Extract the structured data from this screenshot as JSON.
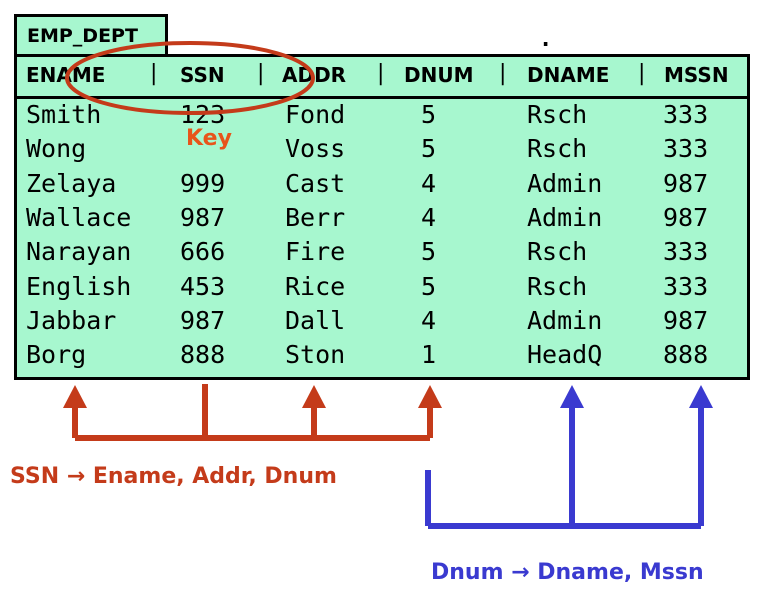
{
  "table_name": "EMP_DEPT",
  "headers": [
    "ENAME",
    "SSN",
    "ADDR",
    "DNUM",
    "DNAME",
    "MSSN"
  ],
  "rows": [
    [
      "Smith",
      "123",
      "Fond",
      "5",
      "Rsch",
      "333"
    ],
    [
      "Wong",
      "",
      "Voss",
      "5",
      "Rsch",
      "333"
    ],
    [
      "Zelaya",
      "999",
      "Cast",
      "4",
      "Admin",
      "987"
    ],
    [
      "Wallace",
      "987",
      "Berr",
      "4",
      "Admin",
      "987"
    ],
    [
      "Narayan",
      "666",
      "Fire",
      "5",
      "Rsch",
      "333"
    ],
    [
      "English",
      "453",
      "Rice",
      "5",
      "Rsch",
      "333"
    ],
    [
      "Jabbar",
      "987",
      "Dall",
      "4",
      "Admin",
      "987"
    ],
    [
      "Borg",
      "888",
      "Ston",
      "1",
      "HeadQ",
      "888"
    ]
  ],
  "key_label": "Key",
  "dot": ".",
  "fd1": "SSN → Ename, Addr, Dnum",
  "fd2": "Dnum → Dname, Mssn",
  "colors": {
    "table_bg": "#a7f7cf",
    "fd1_color": "#c43b1a",
    "fd2_color": "#3a3ad0",
    "key_color": "#e8541a"
  }
}
